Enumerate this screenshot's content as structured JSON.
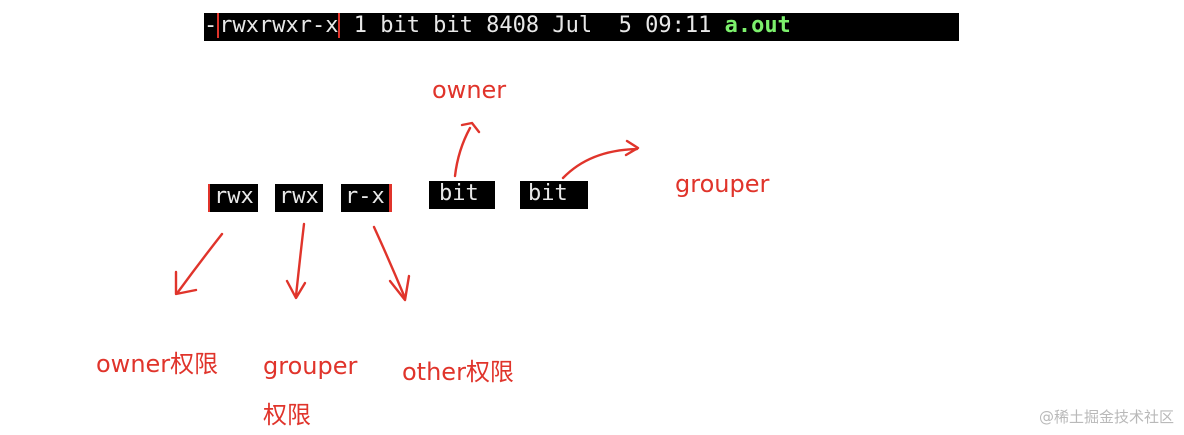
{
  "terminal": {
    "type_char": "-",
    "permissions": "rwxrwxr-x",
    "rest": " 1 bit bit 8408 Jul  5 09:11 ",
    "filename": "a.out",
    "filename_color": "#7cf06c"
  },
  "chips": {
    "owner_perm": "rwx",
    "group_perm": "rwx",
    "other_perm": "r-x",
    "owner_name": "bit",
    "group_name": "bit"
  },
  "labels": {
    "owner": "owner",
    "grouper": "grouper",
    "owner_perm": "owner权限",
    "grouper_perm_line1": "grouper",
    "grouper_perm_line2": "权限",
    "other_perm": "other权限"
  },
  "annotation_color": "#e0342b",
  "watermark": "@稀土掘金技术社区"
}
